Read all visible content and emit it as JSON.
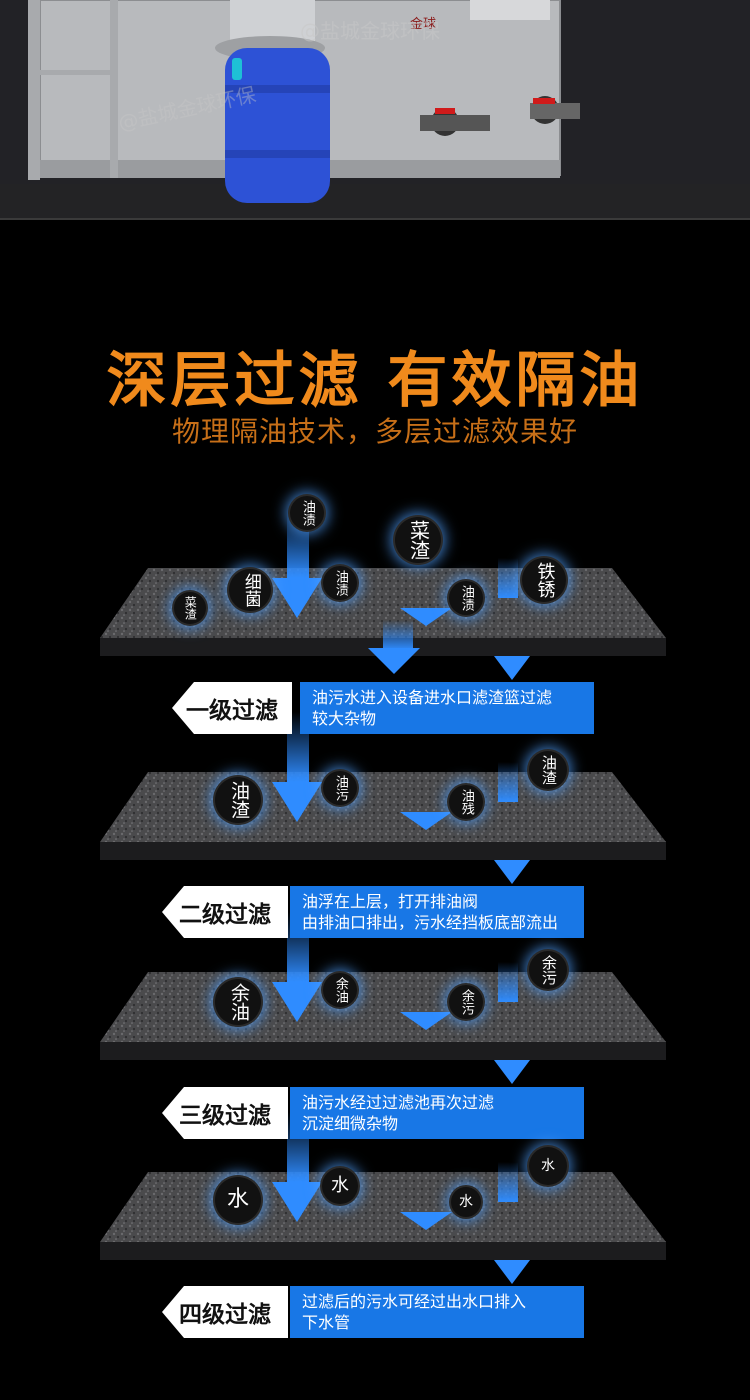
{
  "hero": {
    "watermark": "@盐城金球环保",
    "logo_text": "金球"
  },
  "headline": "深层过滤  有效隔油",
  "subline": "物理隔油技术，多层过滤效果好",
  "stages": [
    {
      "label": "一级过滤",
      "desc": [
        "油污水进入设备进水口滤渣篮过滤",
        "较大杂物"
      ]
    },
    {
      "label": "二级过滤",
      "desc": [
        "油浮在上层，打开排油阀",
        "由排油口排出，污水经挡板底部流出"
      ]
    },
    {
      "label": "三级过滤",
      "desc": [
        "油污水经过过滤池再次过滤",
        "沉淀细微杂物"
      ]
    },
    {
      "label": "四级过滤",
      "desc": [
        "过滤后的污水可经过出水口排入",
        "下水管"
      ]
    }
  ],
  "chips": [
    [
      "油渍",
      "菜渣",
      "细菌",
      "油渍",
      "油渍",
      "铁锈",
      "菜渣"
    ],
    [
      "油渣",
      "油污",
      "油残",
      "油渣"
    ],
    [
      "余油",
      "余油",
      "余污",
      "余污"
    ],
    [
      "水",
      "水",
      "水",
      "水"
    ]
  ],
  "colors": {
    "accent_orange": "#f08a1c",
    "stage_blue": "#1877e6",
    "flow_blue": "#2f8cff"
  }
}
